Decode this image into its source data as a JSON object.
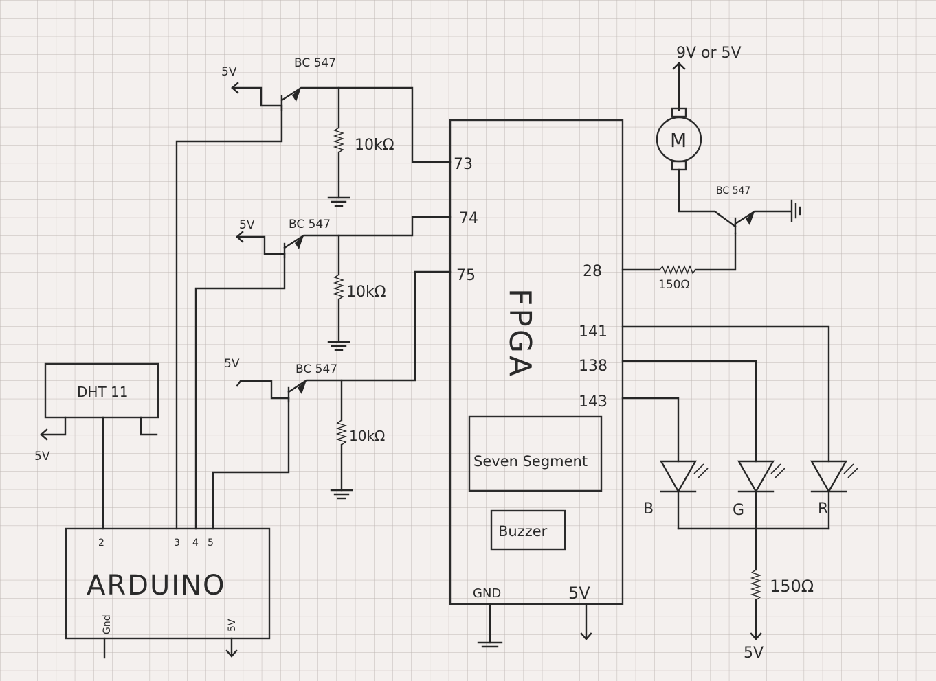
{
  "diagram": {
    "blocks": {
      "arduino": "ARDUINO",
      "fpga": "FPGA",
      "dht": "DHT 11",
      "seven_segment": "Seven Segment",
      "buzzer": "Buzzer",
      "motor": "M"
    },
    "arduino_pins": {
      "pin2": "2",
      "pin3": "3",
      "pin4": "4",
      "pin5": "5",
      "gnd": "Gnd",
      "v5": "5V"
    },
    "fpga_pins": {
      "p73": "73",
      "p74": "74",
      "p75": "75",
      "p28": "28",
      "p141": "141",
      "p138": "138",
      "p143": "143",
      "gnd": "GND",
      "v5": "5V"
    },
    "supplies": {
      "q1_5v": "5V",
      "q2_5v": "5V",
      "q3_5v": "5V",
      "dht_5v": "5V",
      "motor_supply": "9V or 5V",
      "led_5v": "5V"
    },
    "transistors": {
      "q1": "BC 547",
      "q2": "BC 547",
      "q3": "BC 547",
      "q4": "BC 547"
    },
    "resistors": {
      "r1": "10kΩ",
      "r2": "10kΩ",
      "r3": "10kΩ",
      "r_motor": "150Ω",
      "r_led": "150Ω"
    },
    "leds": {
      "blue": "B",
      "green": "G",
      "red": "R"
    }
  }
}
